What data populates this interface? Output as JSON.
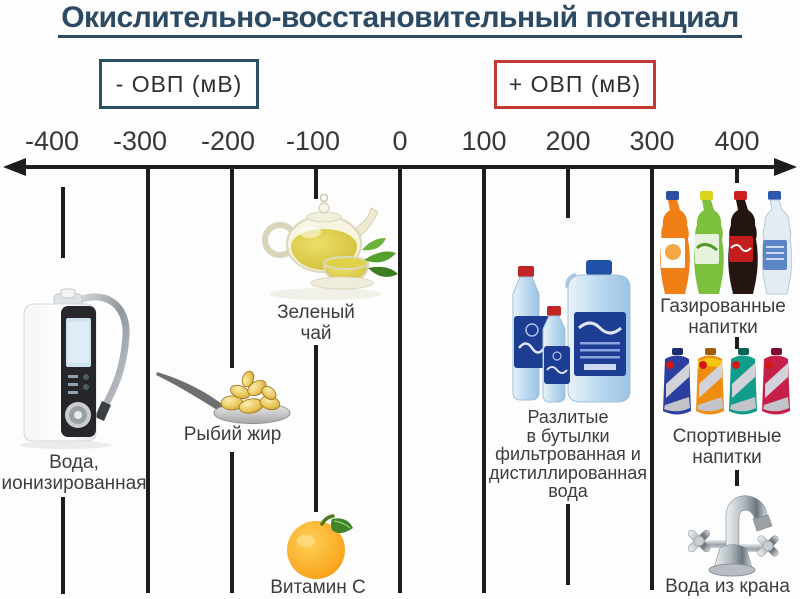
{
  "title": "Окислительно-восстановительный потенциал",
  "legend": {
    "negative": {
      "label": "- ОВП (мВ)",
      "border_color": "#2e4f68"
    },
    "positive": {
      "label": "+ ОВП (мВ)",
      "border_color": "#c23a31"
    }
  },
  "axis": {
    "unit": "мВ",
    "min": -400,
    "max": 400,
    "ticks": [
      "-400",
      "-300",
      "-200",
      "-100",
      "0",
      "100",
      "200",
      "300",
      "400"
    ]
  },
  "items": [
    {
      "label": "Вода,\nионизированная",
      "value_mv": -400,
      "icon": "water-ionizer-icon"
    },
    {
      "label": "Рыбий жир",
      "value_mv": -200,
      "icon": "fish-oil-spoon-icon"
    },
    {
      "label": "Зеленый\nчай",
      "value_mv": -100,
      "icon": "green-tea-teapot-icon"
    },
    {
      "label": "Витамин С",
      "value_mv": -100,
      "icon": "orange-icon"
    },
    {
      "label": "Разлитые\nв бутылки\nфильтрованная и\nдистиллированная\nвода",
      "value_mv": 200,
      "icon": "bottled-water-icon"
    },
    {
      "label": "Газированные\nнапитки",
      "value_mv": 400,
      "icon": "soda-bottles-icon"
    },
    {
      "label": "Спортивные\nнапитки",
      "value_mv": 400,
      "icon": "sport-drinks-icon"
    },
    {
      "label": "Вода из крана",
      "value_mv": 400,
      "icon": "tap-faucet-icon"
    }
  ],
  "colors": {
    "title": "#2c4a64",
    "negative_box_border": "#2e4f68",
    "positive_box_border": "#c23a31",
    "axis_line": "#1d1d1d",
    "label_text": "#3d3d3d"
  }
}
